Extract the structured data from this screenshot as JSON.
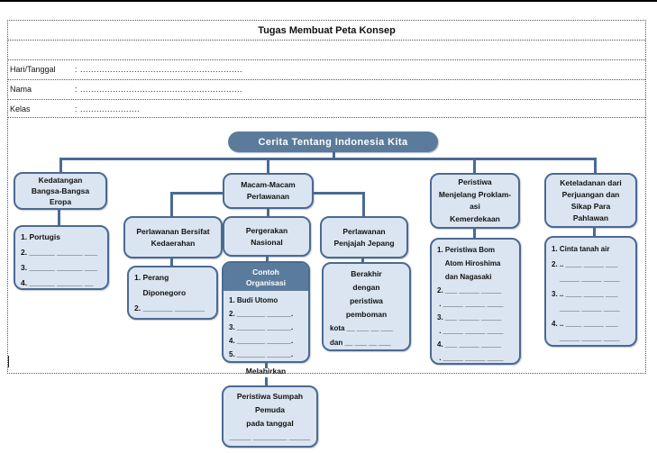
{
  "document": {
    "title": "Tugas Membuat Peta Konsep",
    "fields": [
      {
        "label": "Hari/Tanggal",
        "value": ": ............................................................"
      },
      {
        "label": "Nama",
        "value": ": ............................................................"
      },
      {
        "label": "Kelas",
        "value": ": ......................"
      }
    ]
  },
  "map": {
    "root_label": "Cerita Tentang Indonesia Kita",
    "kedatangan_header": [
      "Kedatangan",
      "Bangsa-Bangsa",
      "Eropa"
    ],
    "kedatangan_list": [
      "1. Portugis",
      "2. ______ ______ ___",
      "3. ______ ______ ___",
      "4. ______ ______ __"
    ],
    "macam_header": [
      "Macam-Macam",
      "Perlawanan"
    ],
    "bersifat_header": [
      "Perlawanan Bersifat",
      "Kedaerahan"
    ],
    "bersifat_list": [
      "1. Perang",
      "    Diponegoro",
      "2. _______ _______"
    ],
    "pergerakan_header": [
      "Pergerakan",
      "Nasional"
    ],
    "contoh_header": [
      "Contoh",
      "Organisasi"
    ],
    "contoh_list": [
      "1. Budi Utomo",
      "2. _______ ______.",
      "3. _______ ______.",
      "4. _______ ______.",
      "5. _______ ______."
    ],
    "melahirkan_label": "Melahirkan",
    "sumpah_lines": [
      "Peristiwa Sumpah",
      "Pemuda",
      "pada tanggal",
      "_____ ________ _____"
    ],
    "jepang_header": [
      "Perlawanan",
      "Penjajah Jepang"
    ],
    "berakhir_title": [
      "Berakhir",
      "dengan",
      "peristiwa",
      "pemboman"
    ],
    "berakhir_fill": [
      "kota __ ___ __ ___",
      "dan __ ___ __ ___"
    ],
    "proklamasi_header": [
      "Peristiwa",
      "Menjelang Proklam-",
      "asi",
      "Kemerdekaan"
    ],
    "proklamasi_list": [
      "1. Peristiwa Bom",
      "    Atom Hiroshima",
      "    dan Nagasaki",
      "2. ___ _____ _____",
      " . _____ _____ ____",
      "3. ___ _____ _____",
      " . _____ _____ ____",
      "4. ___ _____ _____",
      " . _____ _____ ____"
    ],
    "keteladanan_header": [
      "Keteladanan dari",
      "Perjuangan dan",
      "Sikap Para",
      "Pahlawan"
    ],
    "keteladanan_list": [
      "1. Cinta tanah air",
      "2. .. ____ _____ ___",
      "    _____ _____ ____",
      "3. .. ____ _____ ___",
      "    _____ _____ ____",
      "4. .. ____ _____ ___",
      "    _____ _____ ____"
    ]
  },
  "colors": {
    "accent_slate": "#5b7b9c",
    "box_fill": "#dbe5f1",
    "box_border": "#4a6a92"
  }
}
